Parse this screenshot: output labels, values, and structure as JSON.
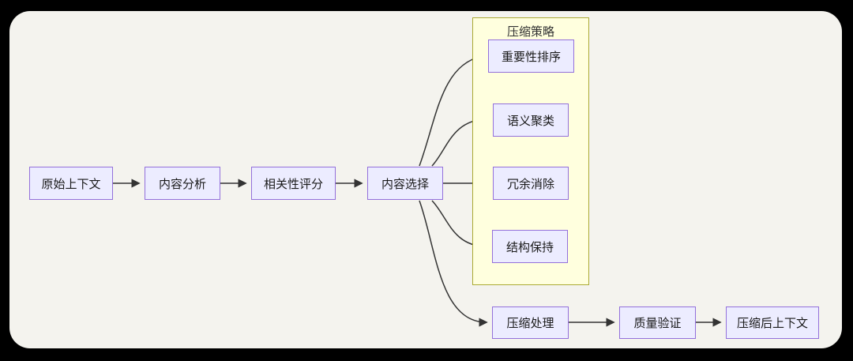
{
  "diagram": {
    "type": "flowchart",
    "subgraph": {
      "title": "压缩策略"
    },
    "nodes": {
      "original_context": "原始上下文",
      "content_analysis": "内容分析",
      "relevance_scoring": "相关性评分",
      "content_selection": "内容选择",
      "importance_ranking": "重要性排序",
      "semantic_clustering": "语义聚类",
      "redundancy_elimination": "冗余消除",
      "structure_preservation": "结构保持",
      "compression_processing": "压缩处理",
      "quality_validation": "质量验证",
      "compressed_context": "压缩后上下文"
    },
    "edges": [
      {
        "from": "original_context",
        "to": "content_analysis"
      },
      {
        "from": "content_analysis",
        "to": "relevance_scoring"
      },
      {
        "from": "relevance_scoring",
        "to": "content_selection"
      },
      {
        "from": "content_selection",
        "to": "importance_ranking"
      },
      {
        "from": "content_selection",
        "to": "semantic_clustering"
      },
      {
        "from": "content_selection",
        "to": "redundancy_elimination"
      },
      {
        "from": "content_selection",
        "to": "structure_preservation"
      },
      {
        "from": "content_selection",
        "to": "compression_processing"
      },
      {
        "from": "compression_processing",
        "to": "quality_validation"
      },
      {
        "from": "quality_validation",
        "to": "compressed_context"
      }
    ],
    "colors": {
      "node_fill": "#ECECFF",
      "node_border": "#9370DB",
      "subgraph_fill": "#FFFFDE",
      "subgraph_border": "#AAAA33",
      "edge": "#333333",
      "canvas_background": "#F4F3EE",
      "frame_background": "#000000"
    }
  }
}
